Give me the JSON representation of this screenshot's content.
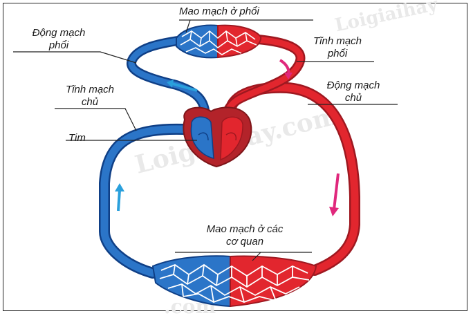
{
  "watermark": {
    "text_top": "Loigiaihay",
    "text_center": "Loigiaihay.com",
    "text_bottom": ".com"
  },
  "labels": {
    "pulmonary_capillaries": "Mao mạch ở phổi",
    "pulmonary_artery_line1": "Động mạch",
    "pulmonary_artery_line2": "phổi",
    "pulmonary_vein_line1": "Tĩnh mạch",
    "pulmonary_vein_line2": "phổi",
    "vena_cava_line1": "Tĩnh mạch",
    "vena_cava_line2": "chủ",
    "aorta_line1": "Động mạch",
    "aorta_line2": "chủ",
    "heart": "Tim",
    "organ_capillaries_line1": "Mao mạch ở các",
    "organ_capillaries_line2": "cơ quan"
  },
  "colors": {
    "oxygen_rich_blood": "#e2262e",
    "oxygen_poor_blood": "#1f64b4",
    "heart_muscle": "#b3232a",
    "arrow_pulmonary": "#e0277c",
    "arrow_systemic": "#2aa0dc"
  }
}
